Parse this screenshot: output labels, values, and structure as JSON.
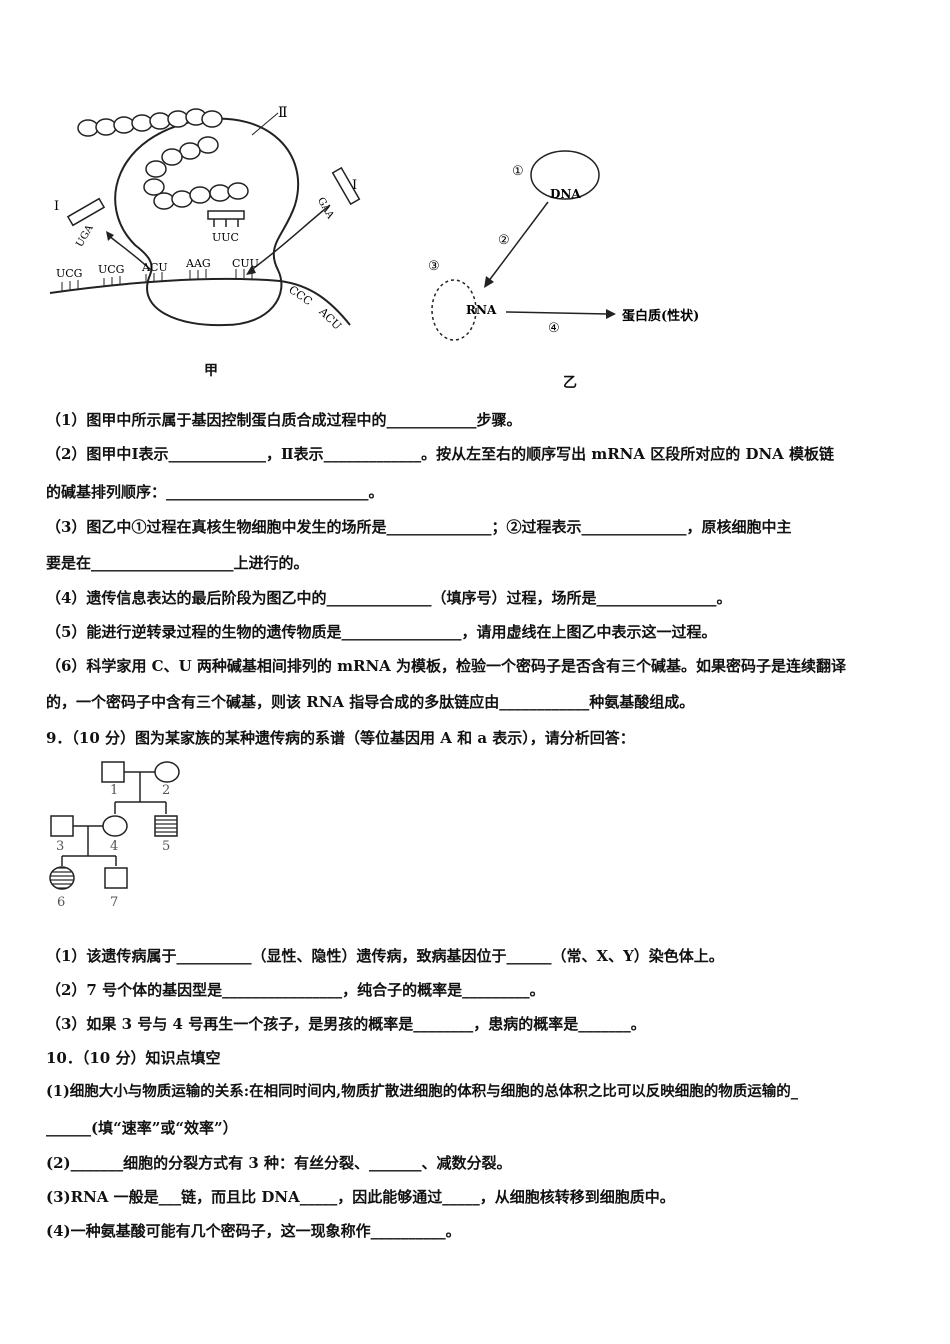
{
  "fig_jia": {
    "caption": "甲",
    "label_I_left": "Ⅰ",
    "label_I_right": "Ⅰ",
    "label_II": "Ⅱ",
    "anticodon_left": "UGA",
    "anticodon_mid": "UUC",
    "anticodon_right": "GAA",
    "mrna_codons": [
      "UCG",
      "UCG",
      "ACU",
      "AAG",
      "CUU",
      "CCC",
      "ACU"
    ]
  },
  "fig_yi": {
    "caption": "乙",
    "dna": "DNA",
    "rna": "RNA",
    "protein": "蛋白质(性状)",
    "step1": "①",
    "step2": "②",
    "step3": "③",
    "step4": "④"
  },
  "pedigree": {
    "labels": [
      "1",
      "2",
      "3",
      "4",
      "5",
      "6",
      "7"
    ]
  },
  "lines": [
    "（1）图甲中所示属于基因控制蛋白质合成过程中的____________步骤。",
    "（2）图甲中Ⅰ表示_____________，Ⅱ表示_____________。按从左至右的顺序写出 mRNA 区段所对应的 DNA 模板链",
    "的碱基排列顺序：___________________________。",
    "（3）图乙中①过程在真核生物细胞中发生的场所是______________；②过程表示______________，原核细胞中主",
    "要是在___________________上进行的。",
    "（4）遗传信息表达的最后阶段为图乙中的______________（填序号）过程，场所是________________。",
    "（5）能进行逆转录过程的生物的遗传物质是________________，请用虚线在上图乙中表示这一过程。",
    "（6）科学家用 C、U 两种碱基相间排列的 mRNA 为模板，检验一个密码子是否含有三个碱基。如果密码子是连续翻译",
    "的，一个密码子中含有三个碱基，则该 RNA 指导合成的多肽链应由____________种氨基酸组成。",
    "9．（10 分）图为某家族的某种遗传病的系谱（等位基因用 A 和 a 表示），请分析回答：",
    "（1）该遗传病属于__________（显性、隐性）遗传病，致病基因位于______（常、X、Y）染色体上。",
    "（2）7 号个体的基因型是________________，纯合子的概率是_________。",
    "（3）如果 3 号与 4 号再生一个孩子，是男孩的概率是________，患病的概率是_______。",
    "10．（10 分）知识点填空",
    "(1)细胞大小与物质运输的关系:在相同时间内,物质扩散进细胞的体积与细胞的总体积之比可以反映细胞的物质运输的_",
    "______(填“速率”或“效率”）",
    "(2)_______细胞的分裂方式有 3 种：有丝分裂、_______、减数分裂。",
    "(3)RNA 一般是___链，而且比 DNA_____，因此能够通过_____，从细胞核转移到细胞质中。",
    "(4)一种氨基酸可能有几个密码子，这一现象称作__________。"
  ]
}
